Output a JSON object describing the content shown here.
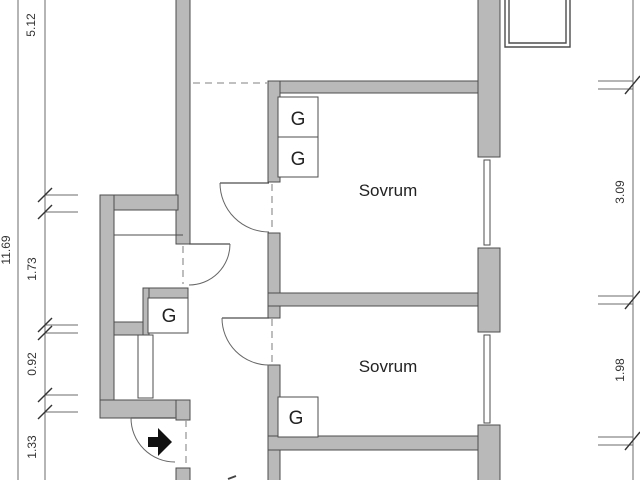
{
  "plan": {
    "rooms": [
      {
        "name": "Sovrum"
      },
      {
        "name": "Sovrum"
      }
    ],
    "closets": [
      {
        "label": "G"
      },
      {
        "label": "G"
      },
      {
        "label": "G"
      },
      {
        "label": "G"
      }
    ],
    "dimensions": {
      "left_total": "11.69",
      "left_segments": [
        "5.12",
        "1.73",
        "0.92",
        "1.33"
      ],
      "right_segments": [
        "3.09",
        "1.98"
      ]
    },
    "colors": {
      "wall_fill": "#b9b9b9",
      "wall_stroke": "#4d4d4d",
      "dashed_line": "#9a9a9a",
      "dimension_text": "#333333",
      "entry_arrow": "#111111",
      "background": "#ffffff"
    }
  }
}
